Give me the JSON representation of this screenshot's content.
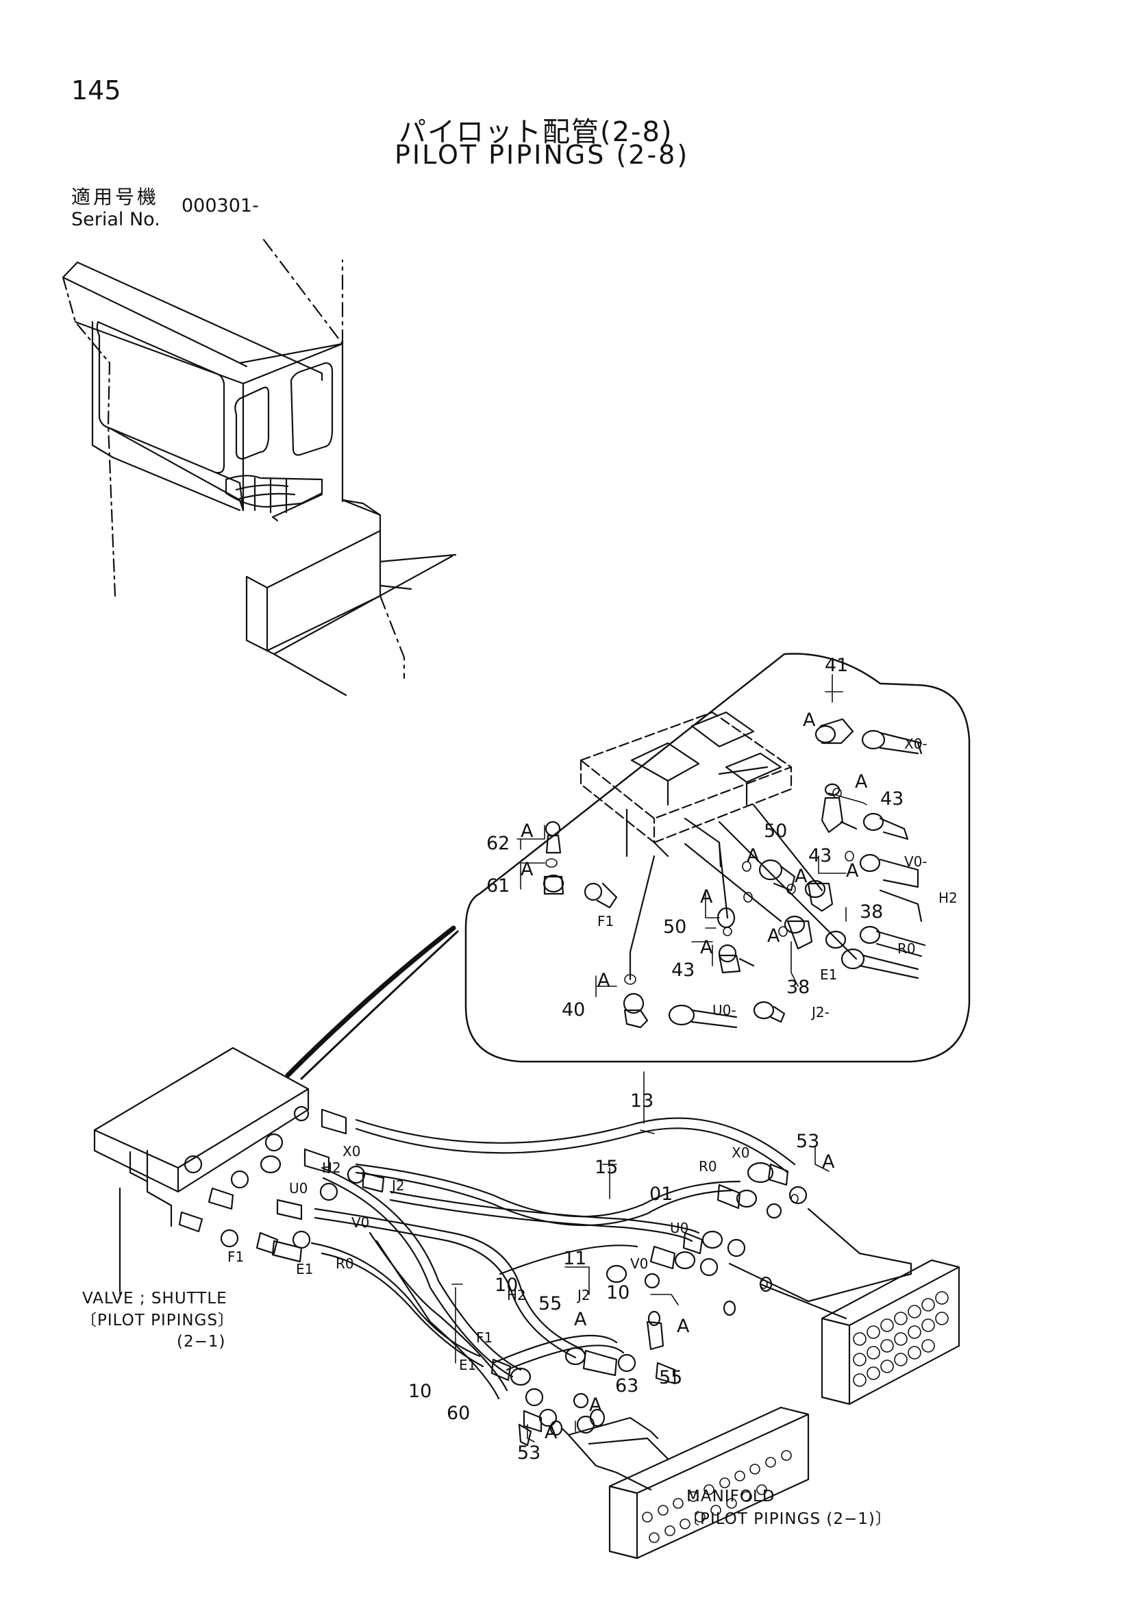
{
  "header": {
    "page_number": "145",
    "title_jp": "パイロット配管(2-8)",
    "title_en": "PILOT PIPINGS (2-8)",
    "serial_label_jp": "適用号機",
    "serial_label_en": "Serial No.",
    "serial_value": "000301-"
  },
  "diagram": {
    "callouts": {
      "p41": "41",
      "p43a": "43",
      "p43b": "43",
      "p43c": "43",
      "p50a": "50",
      "p50b": "50",
      "p62": "62",
      "p61": "61",
      "p38a": "38",
      "p38b": "38",
      "p40": "40",
      "p13": "13",
      "p15": "15",
      "p01": "01",
      "p11": "11",
      "p10a": "10",
      "p10b": "10",
      "p10c": "10",
      "p55a": "55",
      "p55b": "55",
      "p53a": "53",
      "p53b": "53",
      "p63": "63",
      "p60": "60"
    },
    "ports": {
      "x0a": "X0",
      "x0b": "X0",
      "x0c": "X0-",
      "h2a": "H2",
      "h2b": "H2",
      "h2c": "H2",
      "j2a": "J2",
      "j2b": "J2",
      "j2c": "J2-",
      "u0a": "U0",
      "u0b": "U0",
      "u0c": "U0-",
      "v0a": "V0",
      "v0b": "V0",
      "v0c": "V0-",
      "f1a": "F1",
      "f1b": "F1",
      "f1c": "F1",
      "e1a": "E1",
      "e1b": "E1",
      "e1c": "E1",
      "r0a": "R0",
      "r0b": "R0",
      "r0c": "R0"
    },
    "a_mark": "A",
    "notes": {
      "valve_1": "VALVE ; SHUTTLE",
      "valve_2": "〔PILOT PIPINGS〕",
      "valve_3": "(2−1)",
      "manifold_1": "MANIFOLD",
      "manifold_2": "〔PILOT PIPINGS (2−1)〕"
    }
  }
}
